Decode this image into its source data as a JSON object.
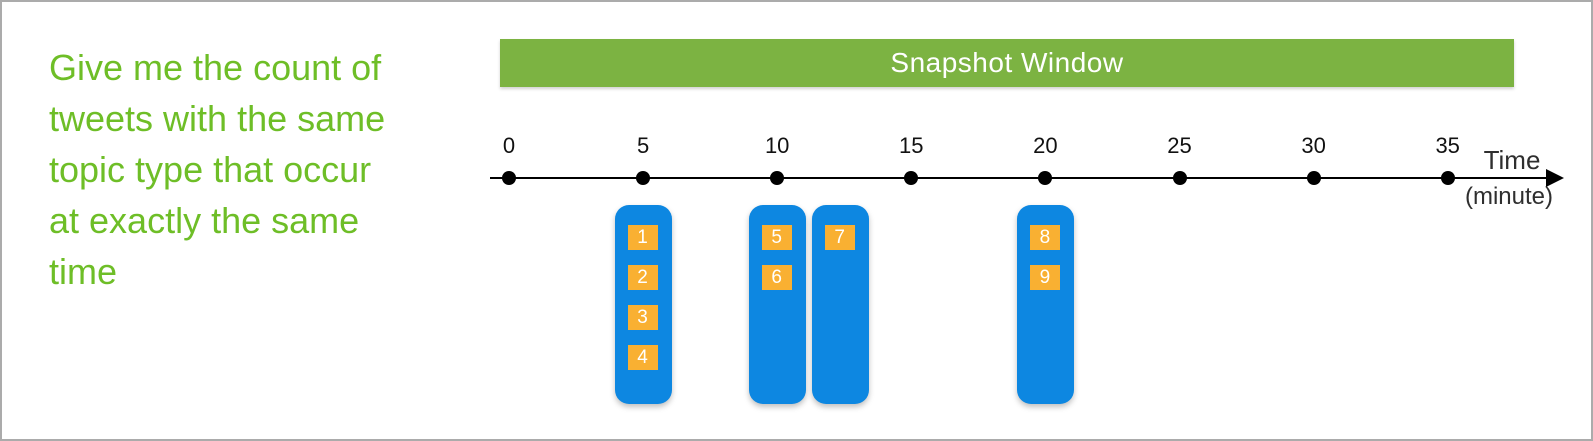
{
  "question": {
    "lines": [
      "Give me the count of",
      "tweets with the same",
      "topic type that occur",
      "at exactly the same",
      "time"
    ]
  },
  "banner": {
    "label": "Snapshot Window"
  },
  "timeline": {
    "axis_label_top": "Time",
    "axis_label_bottom": "(minute)",
    "ticks": [
      {
        "label": "0",
        "minute": 0
      },
      {
        "label": "5",
        "minute": 5
      },
      {
        "label": "10",
        "minute": 10
      },
      {
        "label": "15",
        "minute": 15
      },
      {
        "label": "20",
        "minute": 20
      },
      {
        "label": "25",
        "minute": 25
      },
      {
        "label": "30",
        "minute": 30
      },
      {
        "label": "35",
        "minute": 35
      }
    ]
  },
  "events": {
    "blocks": [
      {
        "minute": 5,
        "tweets": [
          "1",
          "2",
          "3",
          "4"
        ]
      },
      {
        "minute": 10,
        "tweets": [
          "5",
          "6"
        ]
      },
      {
        "minute": 12.35,
        "tweets": [
          "7"
        ]
      },
      {
        "minute": 20,
        "tweets": [
          "8",
          "9"
        ]
      }
    ]
  },
  "colors": {
    "question_green": "#6EBE27",
    "banner_green": "#7CB342",
    "banner_text": "#FFFFFF",
    "block_blue": "#0D87E1",
    "tweet_orange": "#F9B032",
    "tweet_text": "#FFFFFF",
    "axis_black": "#000000"
  }
}
